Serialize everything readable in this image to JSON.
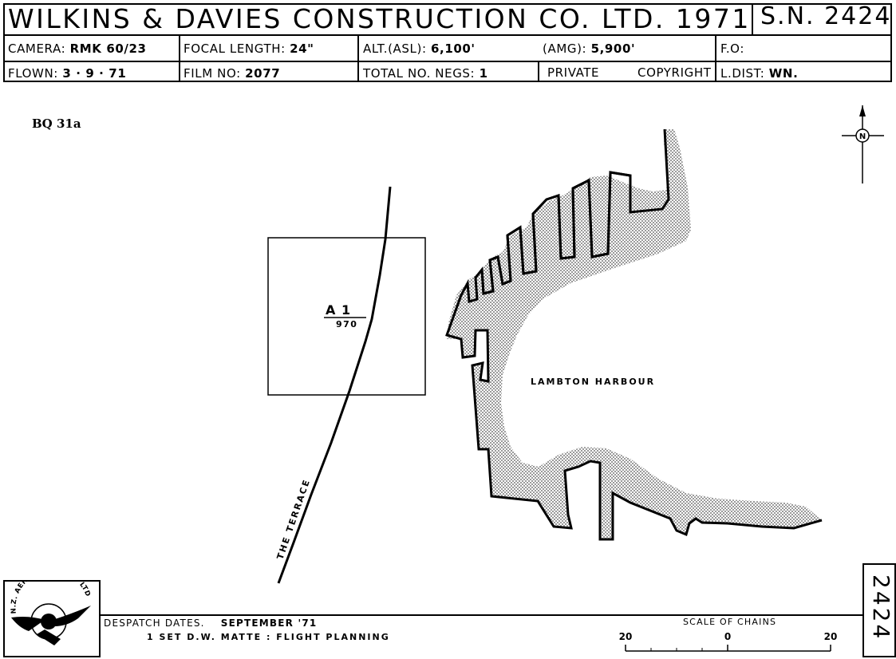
{
  "header": {
    "title": "WILKINS & DAVIES CONSTRUCTION CO. LTD. 1971",
    "serial": "S.N. 2424",
    "camera_label": "CAMERA:",
    "camera_value": "RMK 60/23",
    "focal_label": "FOCAL LENGTH:",
    "focal_value": "24\"",
    "alt_label": "ALT.(ASL):",
    "alt_value": "6,100'",
    "amg_label": "(AMG):",
    "amg_value": "5,900'",
    "fo_label": "F.O:",
    "flown_label": "FLOWN:",
    "flown_value": "3 · 9 · 71",
    "film_label": "FILM NO:",
    "film_value": "2077",
    "negs_label": "TOTAL NO. NEGS:",
    "negs_value": "1",
    "private_label": "PRIVATE",
    "copyright_label": "COPYRIGHT",
    "ldist_label": "L.DIST:",
    "ldist_value": "WN."
  },
  "sheet_ref": "BQ 31a",
  "map": {
    "frame_label": "A 1",
    "frame_number": "970",
    "harbour_label": "LAMBTON HARBOUR",
    "road_label": "THE TERRACE",
    "north_label": "N",
    "land_color": "#9a9a9a",
    "line_color": "#000000"
  },
  "footer": {
    "despatch_label": "DESPATCH DATES.",
    "despatch_value": "SEPTEMBER '71",
    "despatch_detail": "1 SET D.W. MATTE : FLIGHT PLANNING",
    "scale_title": "SCALE OF CHAINS",
    "scale_left": "20",
    "scale_mid": "0",
    "scale_right": "20",
    "sheet_number": "2424",
    "logo_text": "N.Z. AERIAL MAPPING LTD"
  }
}
